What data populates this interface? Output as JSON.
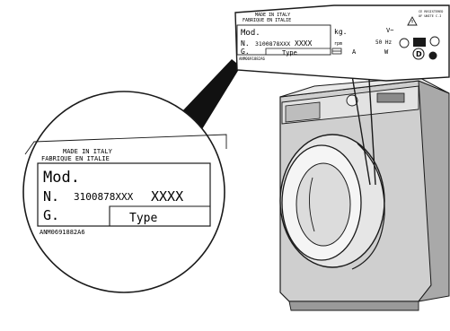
{
  "magnifier": {
    "made_in_en": "MADE IN ITALY",
    "made_in_fr": "FABRIQUE EN ITALIE",
    "model_label": "Mod.",
    "number_label": "N.",
    "number_value": "3100878XXX",
    "number_suffix": "XXXX",
    "g_label": "G.",
    "type_label": "Type",
    "bottom_code": "ANM0691882A6"
  },
  "rating_plate": {
    "made_in_en": "MADE IN ITALY",
    "made_in_fr": "FABRIQUE EN ITALIE",
    "model_label": "Mod.",
    "number_label": "N.",
    "number_value": "3100878XXX",
    "number_suffix": "XXXX",
    "g_label": "G.",
    "type_label": "Type",
    "bottom_code": "ANM0691882A6",
    "kg_label": "kg.",
    "rpm_label": "rpm",
    "amp_label": "A",
    "hz_label": "50 Hz",
    "volt_label": "V~",
    "watt_label": "W",
    "registered_note_1": "CE REGISTERED",
    "registered_note_2": "OF UNITE C.I",
    "d_mark": "D"
  },
  "colors": {
    "outline": "#1a1a1a",
    "machine_light": "#d9d9d9",
    "machine_mid": "#b3b3b3",
    "machine_dark": "#7a7a7a",
    "leader_fill": "#111111"
  }
}
